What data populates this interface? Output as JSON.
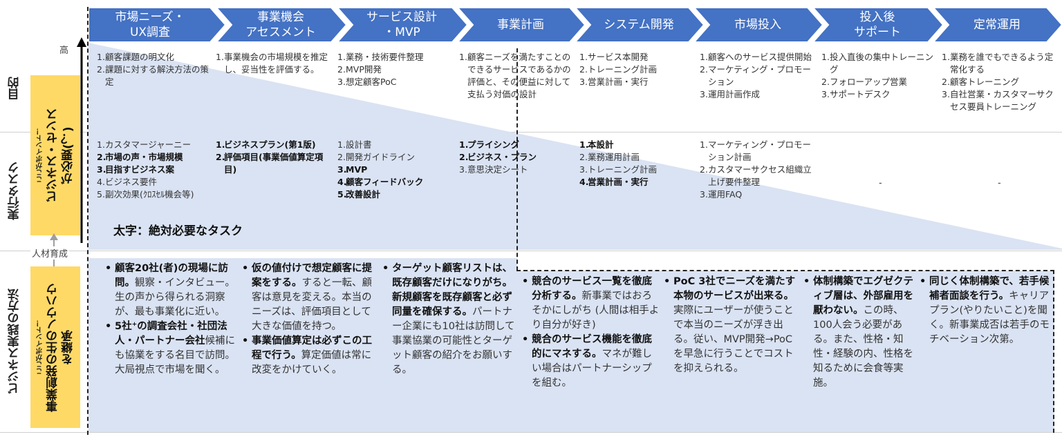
{
  "phases": [
    {
      "line1": "市場ニーズ・",
      "line2": "UX調査"
    },
    {
      "line1": "事業機会",
      "line2": "アセスメント"
    },
    {
      "line1": "サービス設計",
      "line2": "・MVP"
    },
    {
      "line1": "事業計画",
      "line2": ""
    },
    {
      "line1": "システム開発",
      "line2": ""
    },
    {
      "line1": "市場投入",
      "line2": ""
    },
    {
      "line1": "投入後",
      "line2": "サポート"
    },
    {
      "line1": "定常運用",
      "line2": ""
    }
  ],
  "row_labels": {
    "purpose": "目的",
    "tasks": "実行タスク",
    "method": "ビジネス実践の方法"
  },
  "axis": {
    "high": "高",
    "training": "人材育成"
  },
  "point_boxes": {
    "top": {
      "small": "ここがポイント！",
      "big1": "ビジネス・センス",
      "big2": "が必要(？)"
    },
    "bottom": {
      "small": "ここがポイント！",
      "big1": "事業創発の生のノウハウ",
      "big2": "を継承"
    }
  },
  "legend": "太字：絶対必要なタスク",
  "purpose": [
    [
      "顧客課題の明文化",
      "課題に対する解決方法の策定"
    ],
    [
      "事業機会の市場規模を推定し、妥当性を評価する。"
    ],
    [
      "業務・技術要件整理",
      "MVP開発",
      "想定顧客PoC"
    ],
    [
      "顧客ニーズを満たすことのできるサービスであるかの評価と、その便益に対して支払う対価の設計"
    ],
    [
      "サービス本開発",
      "トレーニング計画",
      "営業計画・実行"
    ],
    [
      "顧客へのサービス提供開始",
      "マーケティング・プロモーション",
      "運用計画作成"
    ],
    [
      "投入直後の集中トレーニング",
      "フォローアップ営業",
      "サポートデスク"
    ],
    [
      "業務を誰でもできるよう定常化する",
      "顧客トレーニング",
      "自社営業・カスタマーサクセス要員トレーニング"
    ]
  ],
  "tasks": [
    [
      {
        "t": "カスタマージャーニー",
        "b": false
      },
      {
        "t": "市場の声・市場規模",
        "b": true
      },
      {
        "t": "目指すビジネス案",
        "b": true
      },
      {
        "t": "ビジネス要件",
        "b": false
      },
      {
        "t": "副次効果(ｸﾛｽｾﾙ機会等)",
        "b": false
      }
    ],
    [
      {
        "t": "ビジネスプラン(第1版)",
        "b": true
      },
      {
        "t": "評価項目(事業価値算定項目)",
        "b": true
      }
    ],
    [
      {
        "t": "設計書",
        "b": false
      },
      {
        "t": "開発ガイドライン",
        "b": false
      },
      {
        "t": "MVP",
        "b": true
      },
      {
        "t": "顧客フィードバック",
        "b": true
      },
      {
        "t": "改善設計",
        "b": true
      }
    ],
    [
      {
        "t": "プライシング",
        "b": true
      },
      {
        "t": "ビジネス・プラン",
        "b": true
      },
      {
        "t": "意思決定シート",
        "b": false
      }
    ],
    [
      {
        "t": "本設計",
        "b": true
      },
      {
        "t": "業務運用計画",
        "b": false
      },
      {
        "t": "トレーニング計画",
        "b": false
      },
      {
        "t": "営業計画・実行",
        "b": true
      }
    ],
    [
      {
        "t": "マーケティング・プロモーション計画",
        "b": false
      },
      {
        "t": "カスタマーサクセス組織立上げ要件整理",
        "b": false
      },
      {
        "t": "運用FAQ",
        "b": false
      }
    ],
    [],
    []
  ],
  "dash": "-",
  "methods": [
    [
      {
        "bold": "顧客20社(者)の現場に訪問。",
        "rest": "観察・インタビュー。生の声から得られる洞察が、最も事業化に近い。"
      },
      {
        "bold": "5社⁺の調査会社・社団法人・パートナー会社",
        "rest": "候補にも協業をする名目で訪問。大局視点で市場を聞く。"
      }
    ],
    [
      {
        "bold": "仮の値付けで想定顧客に提案をする。",
        "rest": "すると一転、顧客は意見を変える。本当のニーズは、評価項目として大きな価値を持つ。"
      },
      {
        "bold": "事業価値算定は必ずこの工程で行う。",
        "rest": "算定価値は常に改変をかけていく。"
      }
    ],
    [
      {
        "bold": "ターゲット顧客リストは、既存顧客だけになりがち。新規顧客を既存顧客と必ず同量を確保する。",
        "rest": "パートナー企業にも10社は訪問して事業協業の可能性とターゲット顧客の紹介をお願いする。"
      }
    ],
    [
      {
        "bold": "競合のサービス一覧を徹底分析する。",
        "rest": "新事業ではおろそかにしがち (人間は相手より自分が好き)"
      },
      {
        "bold": "競合のサービス機能を徹底的にマネする。",
        "rest": "マネが難しい場合はパートナーシップを組む。"
      }
    ],
    [
      {
        "bold": "PoC 3社でニーズを満たす本物のサービスが出来る。",
        "rest": "実際にユーザーが使うことで本当のニーズが浮き出る。従い、MVP開発→PoCを早急に行うことでコストを抑えられる。"
      }
    ],
    [
      {
        "bold": "体制構築でエグゼクティブ層は、外部雇用を厭わない。",
        "rest": "この時、100人会う必要がある。また、性格・知性・経験の内、性格を知るために会食等実施。"
      }
    ],
    [
      {
        "bold": "同じく体制構築で、若手候補者面談を行う。",
        "rest": "キャリアプラン(やりたいこと)を聞く。新事業成否は若手のモチベーション次第。"
      }
    ]
  ]
}
